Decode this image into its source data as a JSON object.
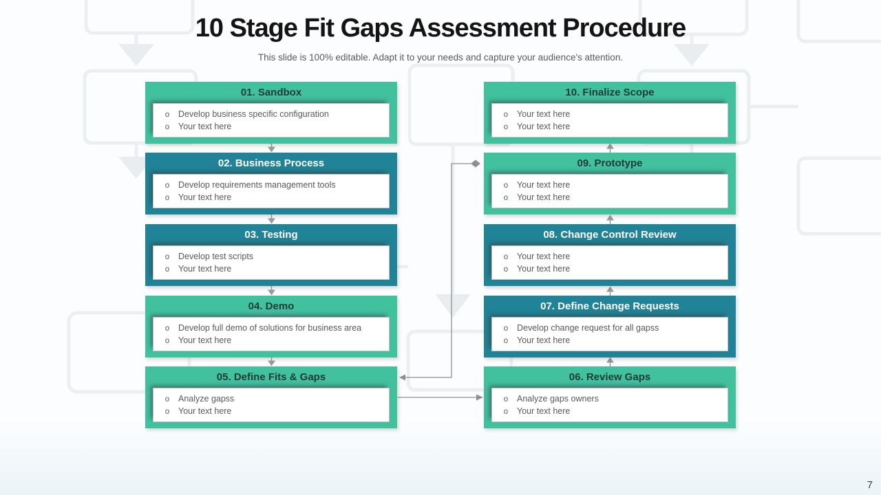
{
  "slide": {
    "title": "10 Stage Fit Gaps Assessment Procedure",
    "subtitle": "This slide is 100% editable. Adapt it to your needs and capture your audience's attention.",
    "page_number": "7",
    "bullet_char": "o"
  },
  "colors": {
    "green": "#42C19F",
    "teal": "#218397",
    "green_header_text": "#1E3B34",
    "teal_header_text": "#FFFFFF",
    "body_text": "#595959",
    "title_text": "#141414",
    "connector": "#8F8F8F",
    "small_arrow": "#9A9A9A"
  },
  "stages": [
    {
      "label": "01. Sandbox",
      "variant": "green",
      "bullets": [
        "Develop business specific configuration",
        "Your text here"
      ]
    },
    {
      "label": "02. Business Process",
      "variant": "teal",
      "bullets": [
        "Develop requirements management tools",
        "Your text here"
      ]
    },
    {
      "label": "03. Testing",
      "variant": "teal",
      "bullets": [
        "Develop test scripts",
        "Your text here"
      ]
    },
    {
      "label": "04. Demo",
      "variant": "green",
      "bullets": [
        "Develop full demo of solutions for business area",
        "Your text here"
      ]
    },
    {
      "label": "05. Define Fits & Gaps",
      "variant": "green",
      "bullets": [
        "Analyze gapss",
        "Your text here"
      ]
    },
    {
      "label": "06. Review Gaps",
      "variant": "green",
      "bullets": [
        "Analyze gaps owners",
        "Your text here"
      ]
    },
    {
      "label": "07. Define Change Requests",
      "variant": "teal",
      "bullets": [
        "Develop change request for all gapss",
        "Your text here"
      ]
    },
    {
      "label": "08. Change Control Review",
      "variant": "teal",
      "bullets": [
        "Your text here",
        "Your text here"
      ]
    },
    {
      "label": "09. Prototype",
      "variant": "green",
      "bullets": [
        "Your text here",
        "Your text here"
      ]
    },
    {
      "label": "10. Finalize Scope",
      "variant": "green",
      "bullets": [
        "Your text here",
        "Your text here"
      ]
    }
  ]
}
